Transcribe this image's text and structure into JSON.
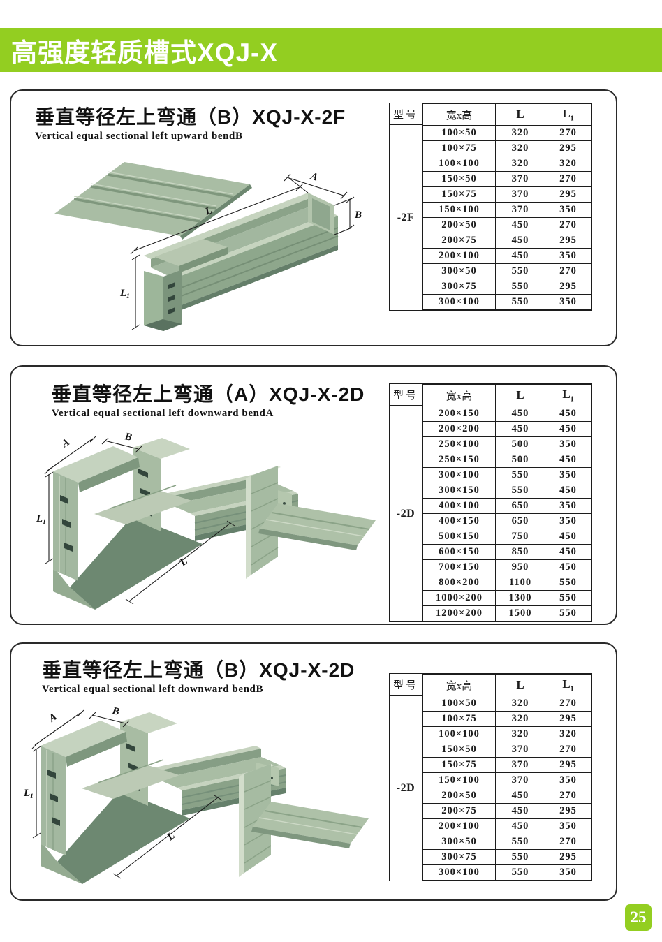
{
  "page": {
    "band_title": "高强度轻质槽式XQJ-X",
    "page_number": "25",
    "colors": {
      "accent_green": "#93ce21",
      "tray_green": "#a9bda4"
    }
  },
  "dim_labels": {
    "a": "A",
    "b": "B",
    "l": "L",
    "l1_main": "L",
    "l1_sub": "1"
  },
  "sections": [
    {
      "title_cn": "垂直等径左上弯通（B）XQJ-X-2F",
      "title_en": "Vertical equal sectional left upward bendB",
      "table": {
        "col_model": "型号",
        "col_size": "宽x高",
        "col_l": "L",
        "col_l1_main": "L",
        "col_l1_sub": "1",
        "model": "-2F",
        "rows": [
          [
            "100×50",
            "320",
            "270"
          ],
          [
            "100×75",
            "320",
            "295"
          ],
          [
            "100×100",
            "320",
            "320"
          ],
          [
            "150×50",
            "370",
            "270"
          ],
          [
            "150×75",
            "370",
            "295"
          ],
          [
            "150×100",
            "370",
            "350"
          ],
          [
            "200×50",
            "450",
            "270"
          ],
          [
            "200×75",
            "450",
            "295"
          ],
          [
            "200×100",
            "450",
            "350"
          ],
          [
            "300×50",
            "550",
            "270"
          ],
          [
            "300×75",
            "550",
            "295"
          ],
          [
            "300×100",
            "550",
            "350"
          ]
        ]
      }
    },
    {
      "title_cn": "垂直等径左上弯通（A）XQJ-X-2D",
      "title_en": "Vertical equal sectional left downward bendA",
      "table": {
        "col_model": "型号",
        "col_size": "宽x高",
        "col_l": "L",
        "col_l1_main": "L",
        "col_l1_sub": "1",
        "model": "-2D",
        "rows": [
          [
            "200×150",
            "450",
            "450"
          ],
          [
            "200×200",
            "450",
            "450"
          ],
          [
            "250×100",
            "500",
            "350"
          ],
          [
            "250×150",
            "500",
            "450"
          ],
          [
            "300×100",
            "550",
            "350"
          ],
          [
            "300×150",
            "550",
            "450"
          ],
          [
            "400×100",
            "650",
            "350"
          ],
          [
            "400×150",
            "650",
            "350"
          ],
          [
            "500×150",
            "750",
            "450"
          ],
          [
            "600×150",
            "850",
            "450"
          ],
          [
            "700×150",
            "950",
            "450"
          ],
          [
            "800×200",
            "1100",
            "550"
          ],
          [
            "1000×200",
            "1300",
            "550"
          ],
          [
            "1200×200",
            "1500",
            "550"
          ]
        ]
      }
    },
    {
      "title_cn": "垂直等径左上弯通（B）XQJ-X-2D",
      "title_en": "Vertical equal sectional left downward bendB",
      "table": {
        "col_model": "型号",
        "col_size": "宽x高",
        "col_l": "L",
        "col_l1_main": "L",
        "col_l1_sub": "1",
        "model": "-2D",
        "rows": [
          [
            "100×50",
            "320",
            "270"
          ],
          [
            "100×75",
            "320",
            "295"
          ],
          [
            "100×100",
            "320",
            "320"
          ],
          [
            "150×50",
            "370",
            "270"
          ],
          [
            "150×75",
            "370",
            "295"
          ],
          [
            "150×100",
            "370",
            "350"
          ],
          [
            "200×50",
            "450",
            "270"
          ],
          [
            "200×75",
            "450",
            "295"
          ],
          [
            "200×100",
            "450",
            "350"
          ],
          [
            "300×50",
            "550",
            "270"
          ],
          [
            "300×75",
            "550",
            "295"
          ],
          [
            "300×100",
            "550",
            "350"
          ]
        ]
      }
    }
  ]
}
